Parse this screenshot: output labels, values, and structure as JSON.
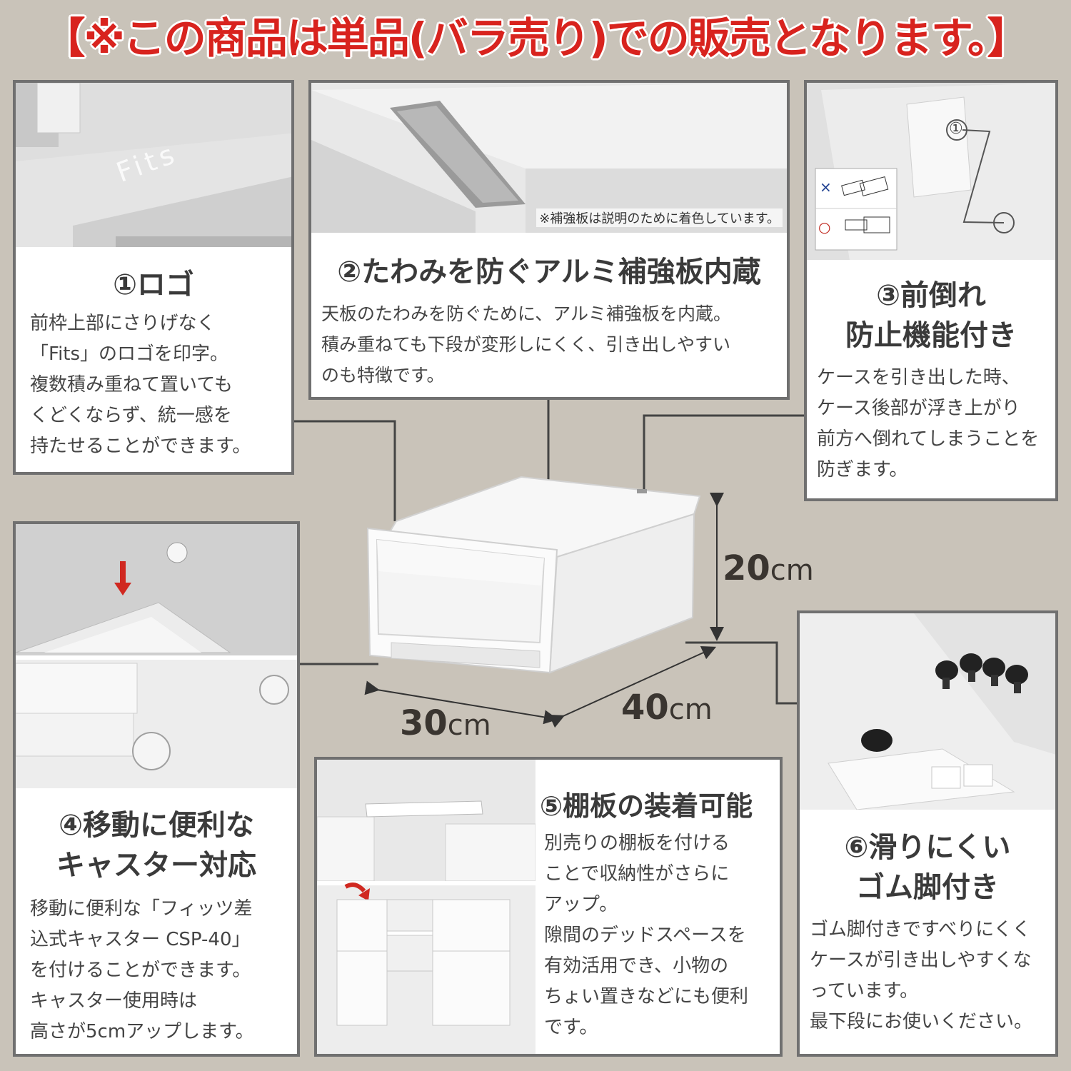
{
  "banner": "【※この商品は単品(バラ売り)での販売となります。】",
  "panel1": {
    "logo_text": "Fits",
    "title": "①ロゴ",
    "body": [
      "前枠上部にさりげなく",
      "「Fits」のロゴを印字。",
      "複数積み重ねて置いても",
      "くどくならず、統一感を",
      "持たせることができます。"
    ]
  },
  "panel2": {
    "note": "※補強板は説明のために着色しています。",
    "title": "②たわみを防ぐアルミ補強板内蔵",
    "body": [
      "天板のたわみを防ぐために、アルミ補強板を内蔵。",
      "積み重ねても下段が変形しにくく、引き出しやすい",
      "のも特徴です。"
    ]
  },
  "panel3": {
    "marker": "①",
    "bad_mark": "×",
    "good_mark": "○",
    "title": [
      "③前倒れ",
      "防止機能付き"
    ],
    "body": [
      "ケースを引き出した時、",
      "ケース後部が浮き上がり",
      "前方へ倒れてしまうことを",
      "防ぎます。"
    ]
  },
  "panel4": {
    "title": [
      "④移動に便利な",
      "キャスター対応"
    ],
    "body": [
      "移動に便利な「フィッツ差",
      "込式キャスター CSP-40」",
      "を付けることができます。",
      "キャスター使用時は",
      "高さが5cmアップします。"
    ]
  },
  "panel5": {
    "title": "⑤棚板の装着可能",
    "body": [
      "別売りの棚板を付ける",
      "ことで収納性がさらに",
      "アップ。",
      "隙間のデッドスペースを",
      "有効活用でき、小物の",
      "ちょい置きなどにも便利",
      "です。"
    ]
  },
  "panel6": {
    "title": [
      "⑥滑りにくい",
      "ゴム脚付き"
    ],
    "body": [
      "ゴム脚付きですべりにくく",
      "ケースが引き出しやすくな",
      "っています。",
      "最下段にお使いください。"
    ]
  },
  "dims": {
    "height_value": "20",
    "depth_value": "40",
    "width_value": "30",
    "unit": "cm"
  },
  "colors": {
    "banner_red": "#d8231e",
    "background": "#c9c3b9",
    "frame": "#707070"
  }
}
